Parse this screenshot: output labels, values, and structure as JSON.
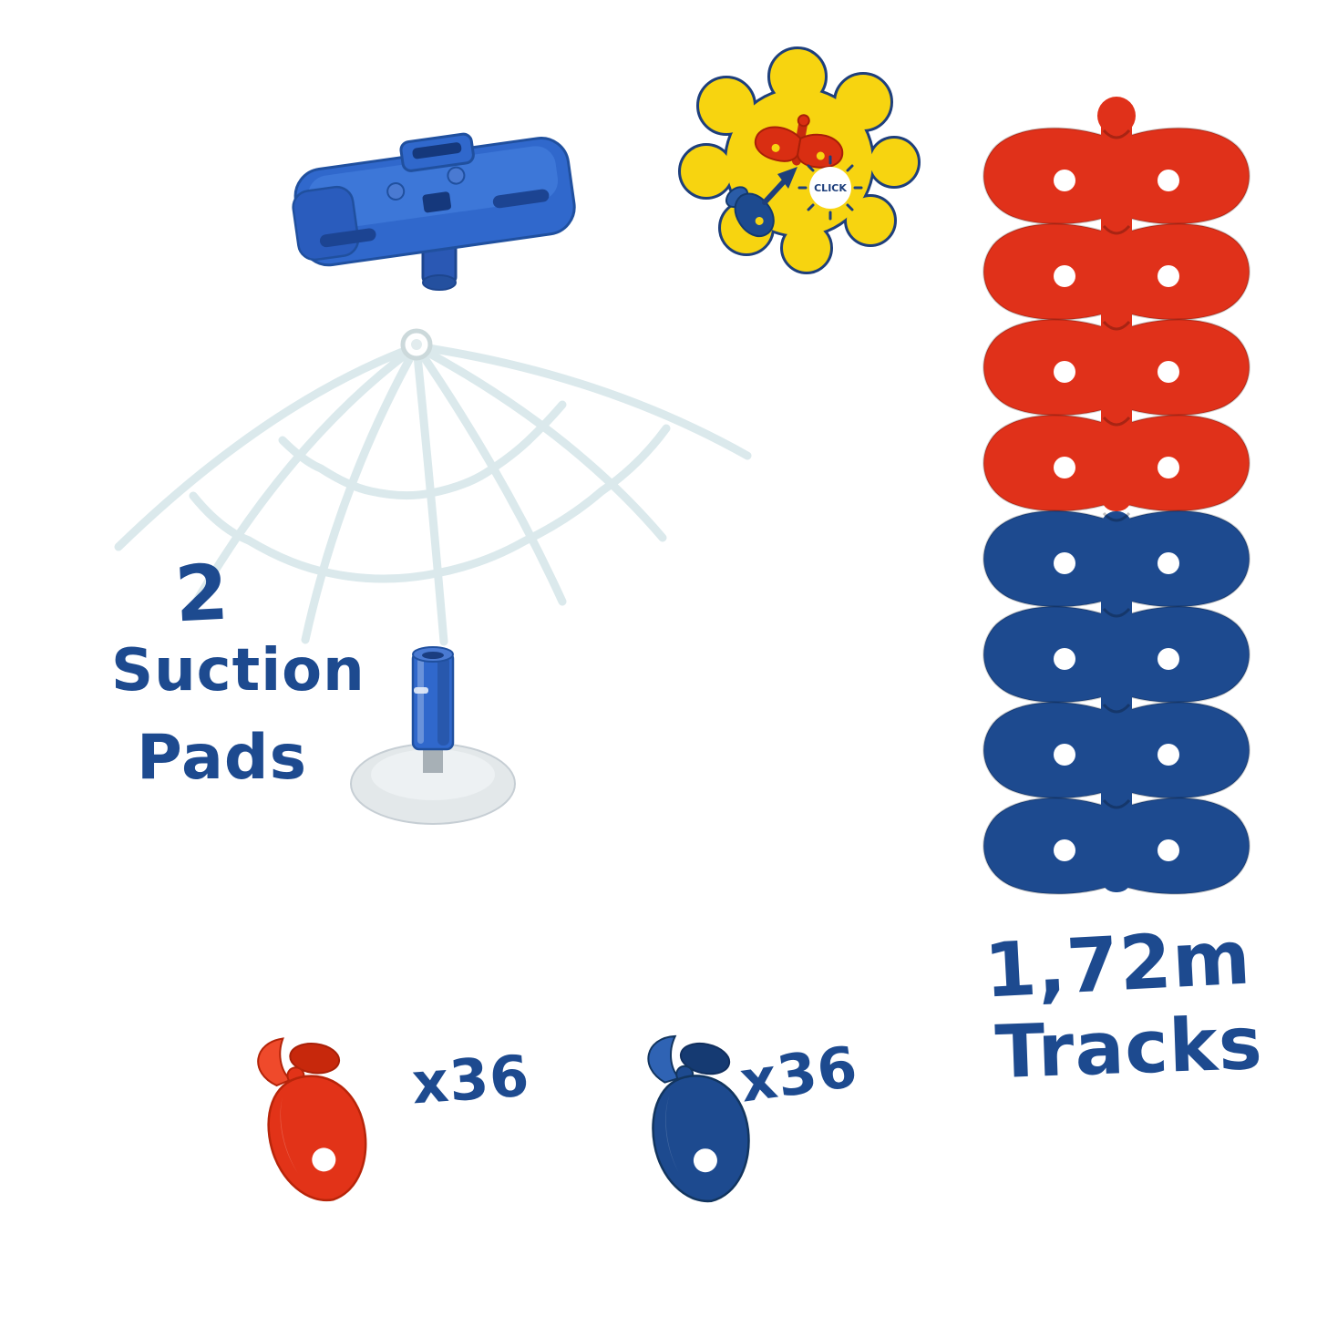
{
  "colors": {
    "track_red": "#e0311a",
    "track_blue": "#1d4a8f",
    "text_navy": "#1d4a8f",
    "splat_yellow": "#f7d410",
    "outline_navy": "#1e3f7c",
    "web_gray": "#dbe9ec",
    "platform_blue": "#3068cc",
    "suction_clear": "#e3e8ea"
  },
  "labels": {
    "suction_count": "2",
    "suction_word1": "Suction",
    "suction_word2": "Pads",
    "red_piece_count": "x36",
    "blue_piece_count": "x36",
    "track_length": "1,72m",
    "track_word": "Tracks",
    "click_badge": "CLICK"
  },
  "components": [
    "blue-base-platform",
    "click-assembly-instruction",
    "red-blue-track-stack",
    "spider-web-frame",
    "suction-pad",
    "red-track-clip-piece",
    "blue-track-clip-piece"
  ]
}
